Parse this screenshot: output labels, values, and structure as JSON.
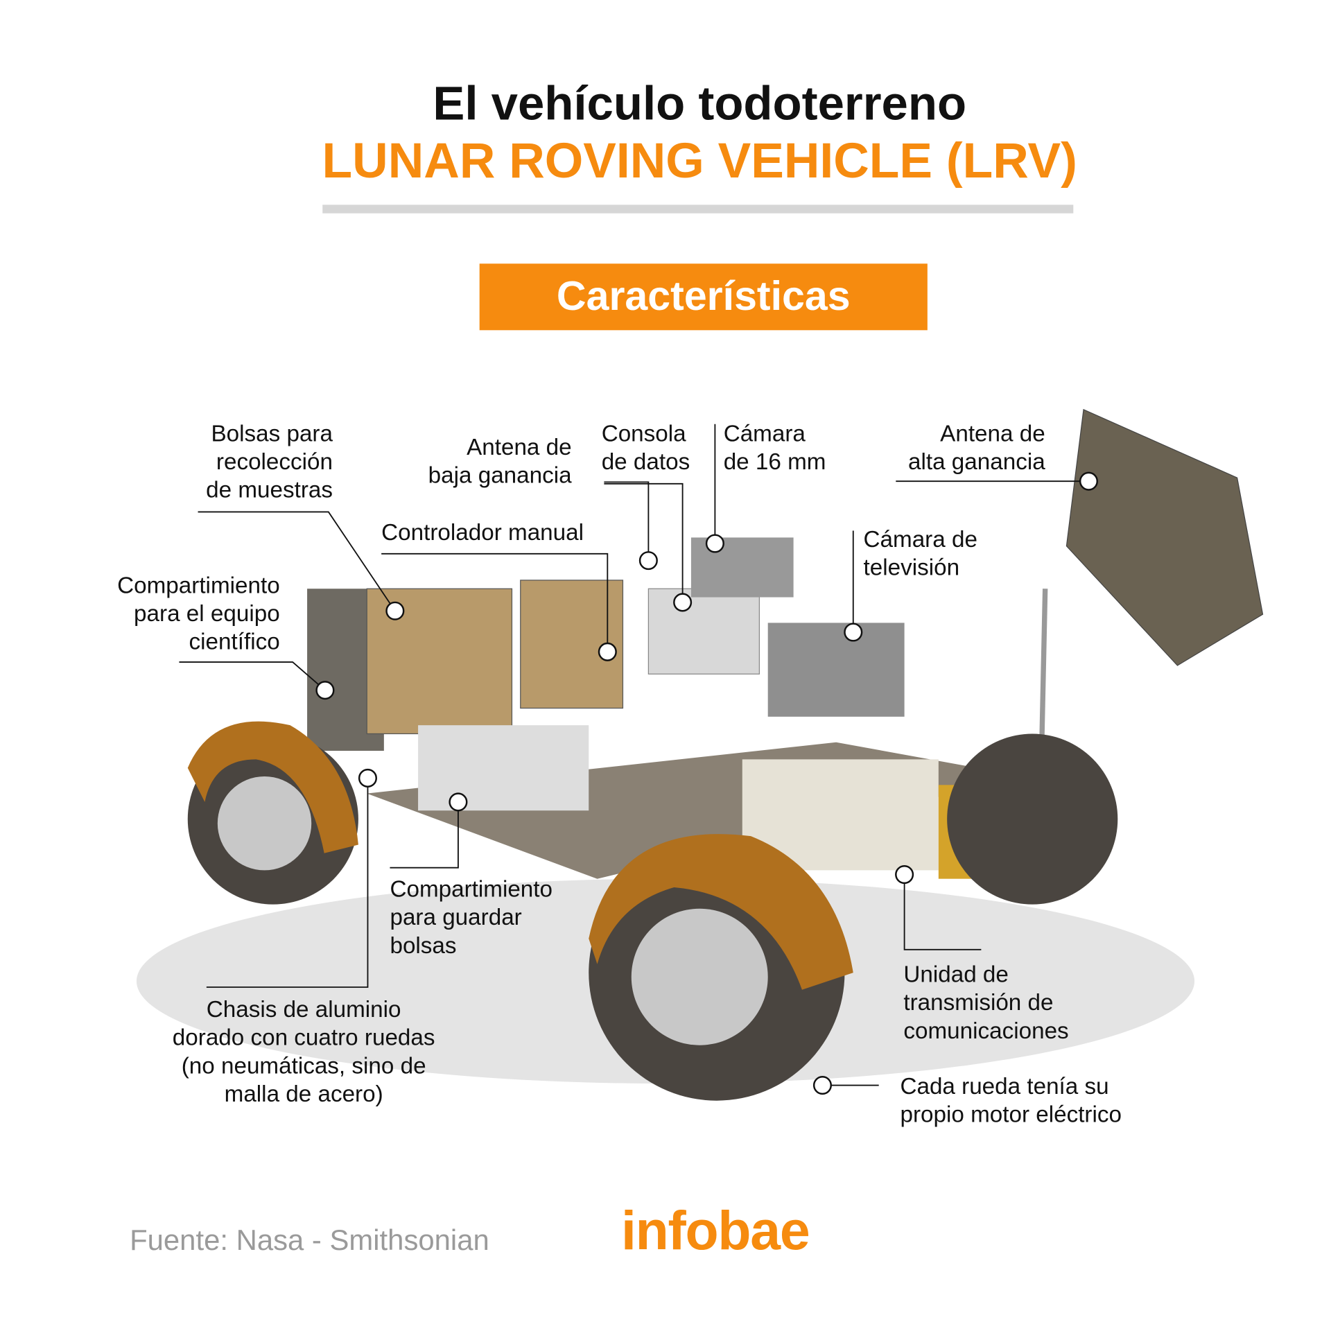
{
  "header": {
    "title": "El vehículo todoterreno",
    "subtitle": "LUNAR ROVING VEHICLE (LRV)",
    "section": "Características"
  },
  "labels": {
    "bolsas": "Bolsas para\nrecolección\nde muestras",
    "antena_baja": "Antena de\nbaja ganancia",
    "consola": "Consola\nde datos",
    "camara16": "Cámara\nde 16 mm",
    "antena_alta": "Antena de\nalta ganancia",
    "controlador": "Controlador manual",
    "camara_tv": "Cámara de\ntelevisión",
    "compartimiento_equipo": "Compartimiento\npara el equipo\ncientífico",
    "compartimiento_bolsas": "Compartimiento\npara guardar\nbolsas",
    "chasis": "Chasis de aluminio\ndorado con cuatro ruedas\n(no neumáticas, sino de\nmalla de acero)",
    "unidad": "Unidad de\ntransmisión de\ncomunicaciones",
    "rueda": "Cada rueda tenía su\npropio motor eléctrico"
  },
  "footer": {
    "source": "Fuente: Nasa - Smithsonian",
    "logo": "infobae"
  },
  "colors": {
    "accent": "#f68b0f",
    "rule": "#d6d6d6"
  }
}
